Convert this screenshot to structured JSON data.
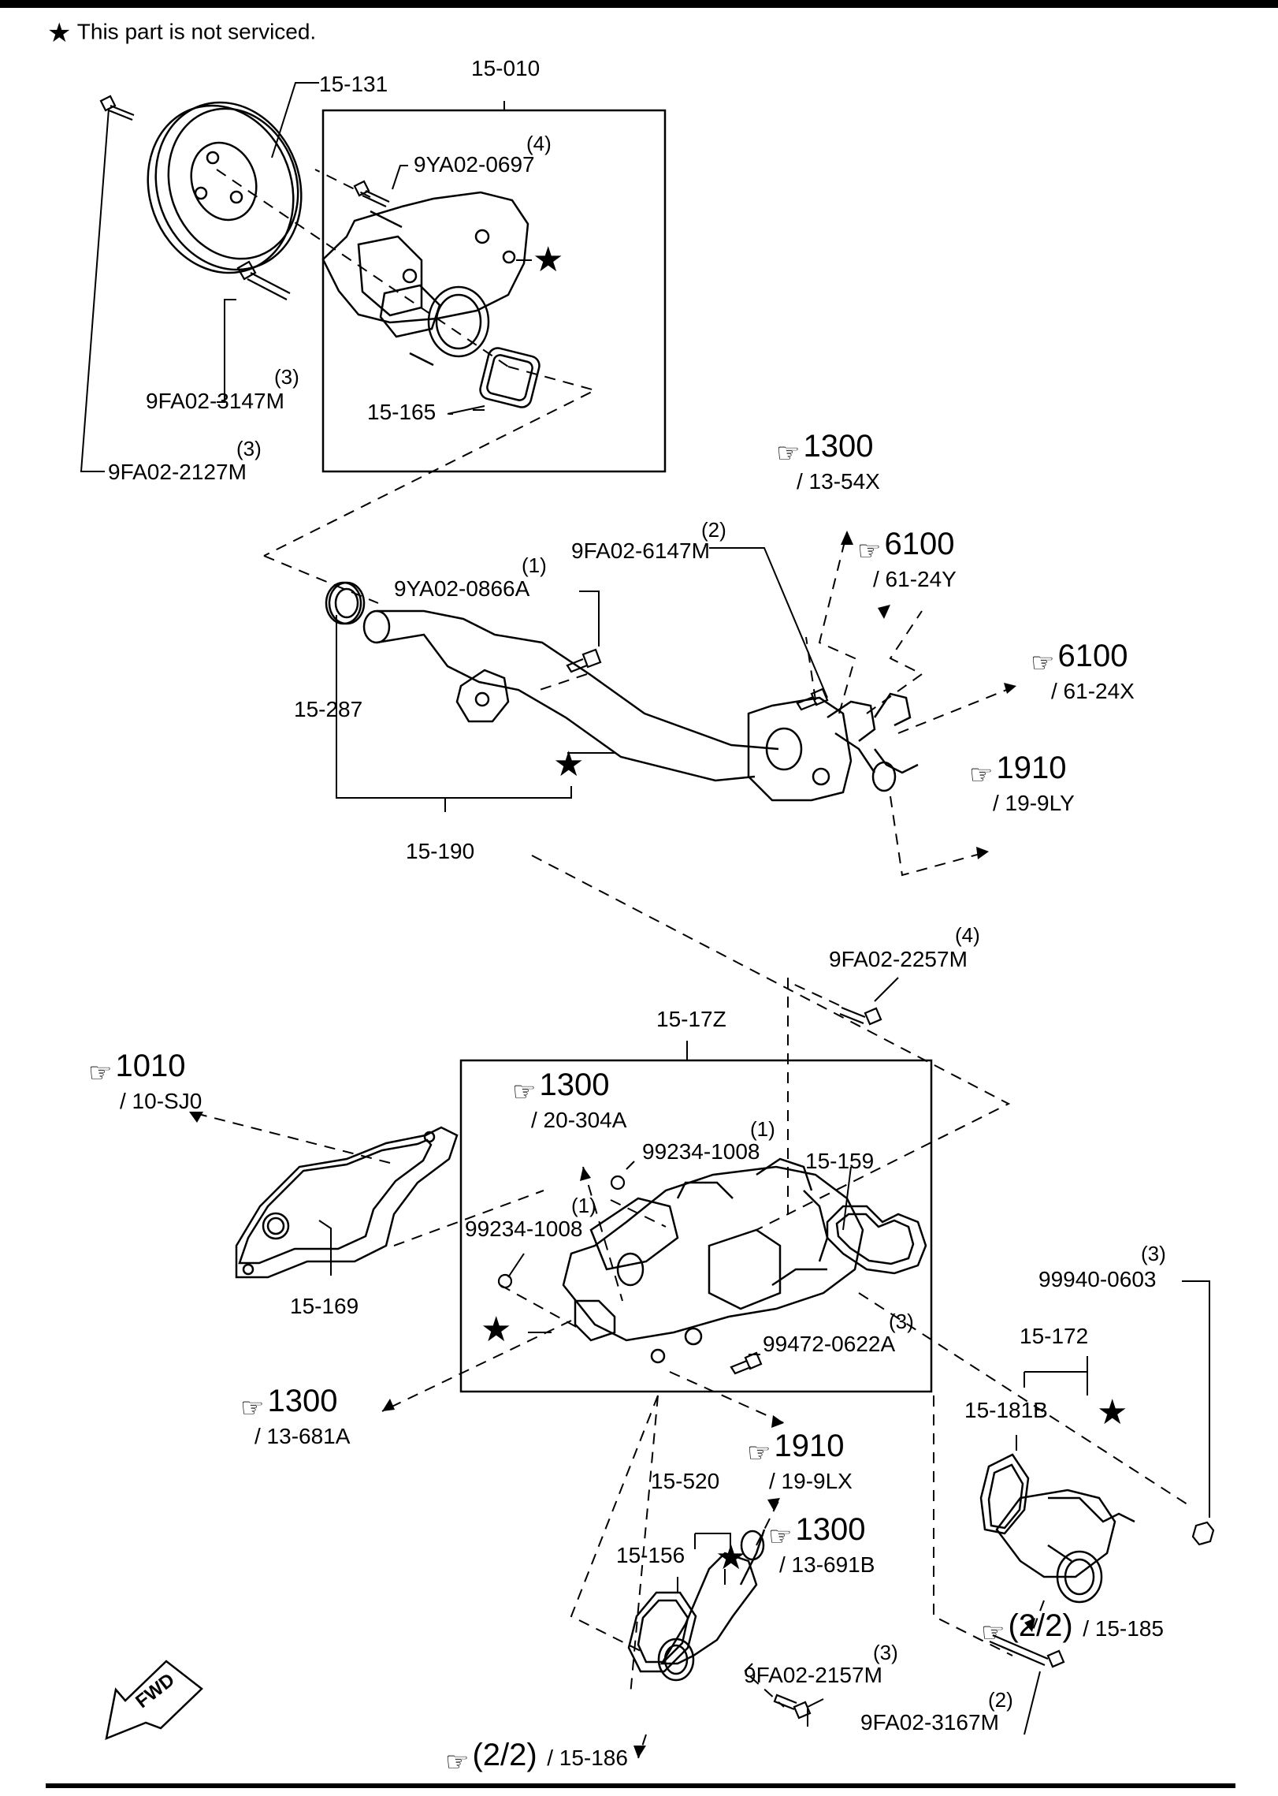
{
  "notice": {
    "star": "★",
    "text": "This part is not serviced."
  },
  "icons": {
    "pointer": "pointing-hand-icon",
    "star": "star-icon",
    "fwd": "fwd-arrow-icon"
  },
  "parts": {
    "p15_131": "15-131",
    "p15_010": "15-010",
    "p9ya02_0697": "9YA02-0697",
    "q_0697": "(4)",
    "p15_165": "15-165",
    "p9fa02_3147m": "9FA02-3147M",
    "q_3147m": "(3)",
    "p9fa02_2127m": "9FA02-2127M",
    "q_2127m": "(3)",
    "p9fa02_6147m": "9FA02-6147M",
    "q_6147m": "(2)",
    "p9ya02_0866a": "9YA02-0866A",
    "q_0866a": "(1)",
    "p15_287": "15-287",
    "p15_190": "15-190",
    "p9fa02_2257m": "9FA02-2257M",
    "q_2257m": "(4)",
    "p15_17z": "15-17Z",
    "p99234_1008_a": "99234-1008",
    "q_1008_a": "(1)",
    "p99234_1008_b": "99234-1008",
    "q_1008_b": "(1)",
    "p15_159": "15-159",
    "p15_169": "15-169",
    "p99472_0622a": "99472-0622A",
    "q_0622a": "(3)",
    "p99940_0603": "99940-0603",
    "q_0603": "(3)",
    "p15_172": "15-172",
    "p15_181b": "15-181B",
    "p15_520": "15-520",
    "p15_156": "15-156",
    "p9fa02_2157m": "9FA02-2157M",
    "q_2157m": "(3)",
    "p9fa02_3167m": "9FA02-3167M",
    "q_3167m": "(2)"
  },
  "refs": {
    "r1300_a": {
      "num": "1300",
      "sub": "/ 13-54X"
    },
    "r6100_a": {
      "num": "6100",
      "sub": "/ 61-24Y"
    },
    "r6100_b": {
      "num": "6100",
      "sub": "/ 61-24X"
    },
    "r1910_a": {
      "num": "1910",
      "sub": "/ 19-9LY"
    },
    "r1010": {
      "num": "1010",
      "sub": "/ 10-SJ0"
    },
    "r1300_b": {
      "num": "1300",
      "sub": "/ 20-304A"
    },
    "r1300_c": {
      "num": "1300",
      "sub": "/ 13-681A"
    },
    "r1910_b": {
      "num": "1910",
      "sub": "/ 19-9LX"
    },
    "r1300_d": {
      "num": "1300",
      "sub": "/ 13-691B"
    },
    "r22_185": {
      "num": "(2/2)",
      "sub": "/ 15-185"
    },
    "r22_186": {
      "num": "(2/2)",
      "sub": "/ 15-186"
    }
  },
  "fwd_label": "FWD"
}
